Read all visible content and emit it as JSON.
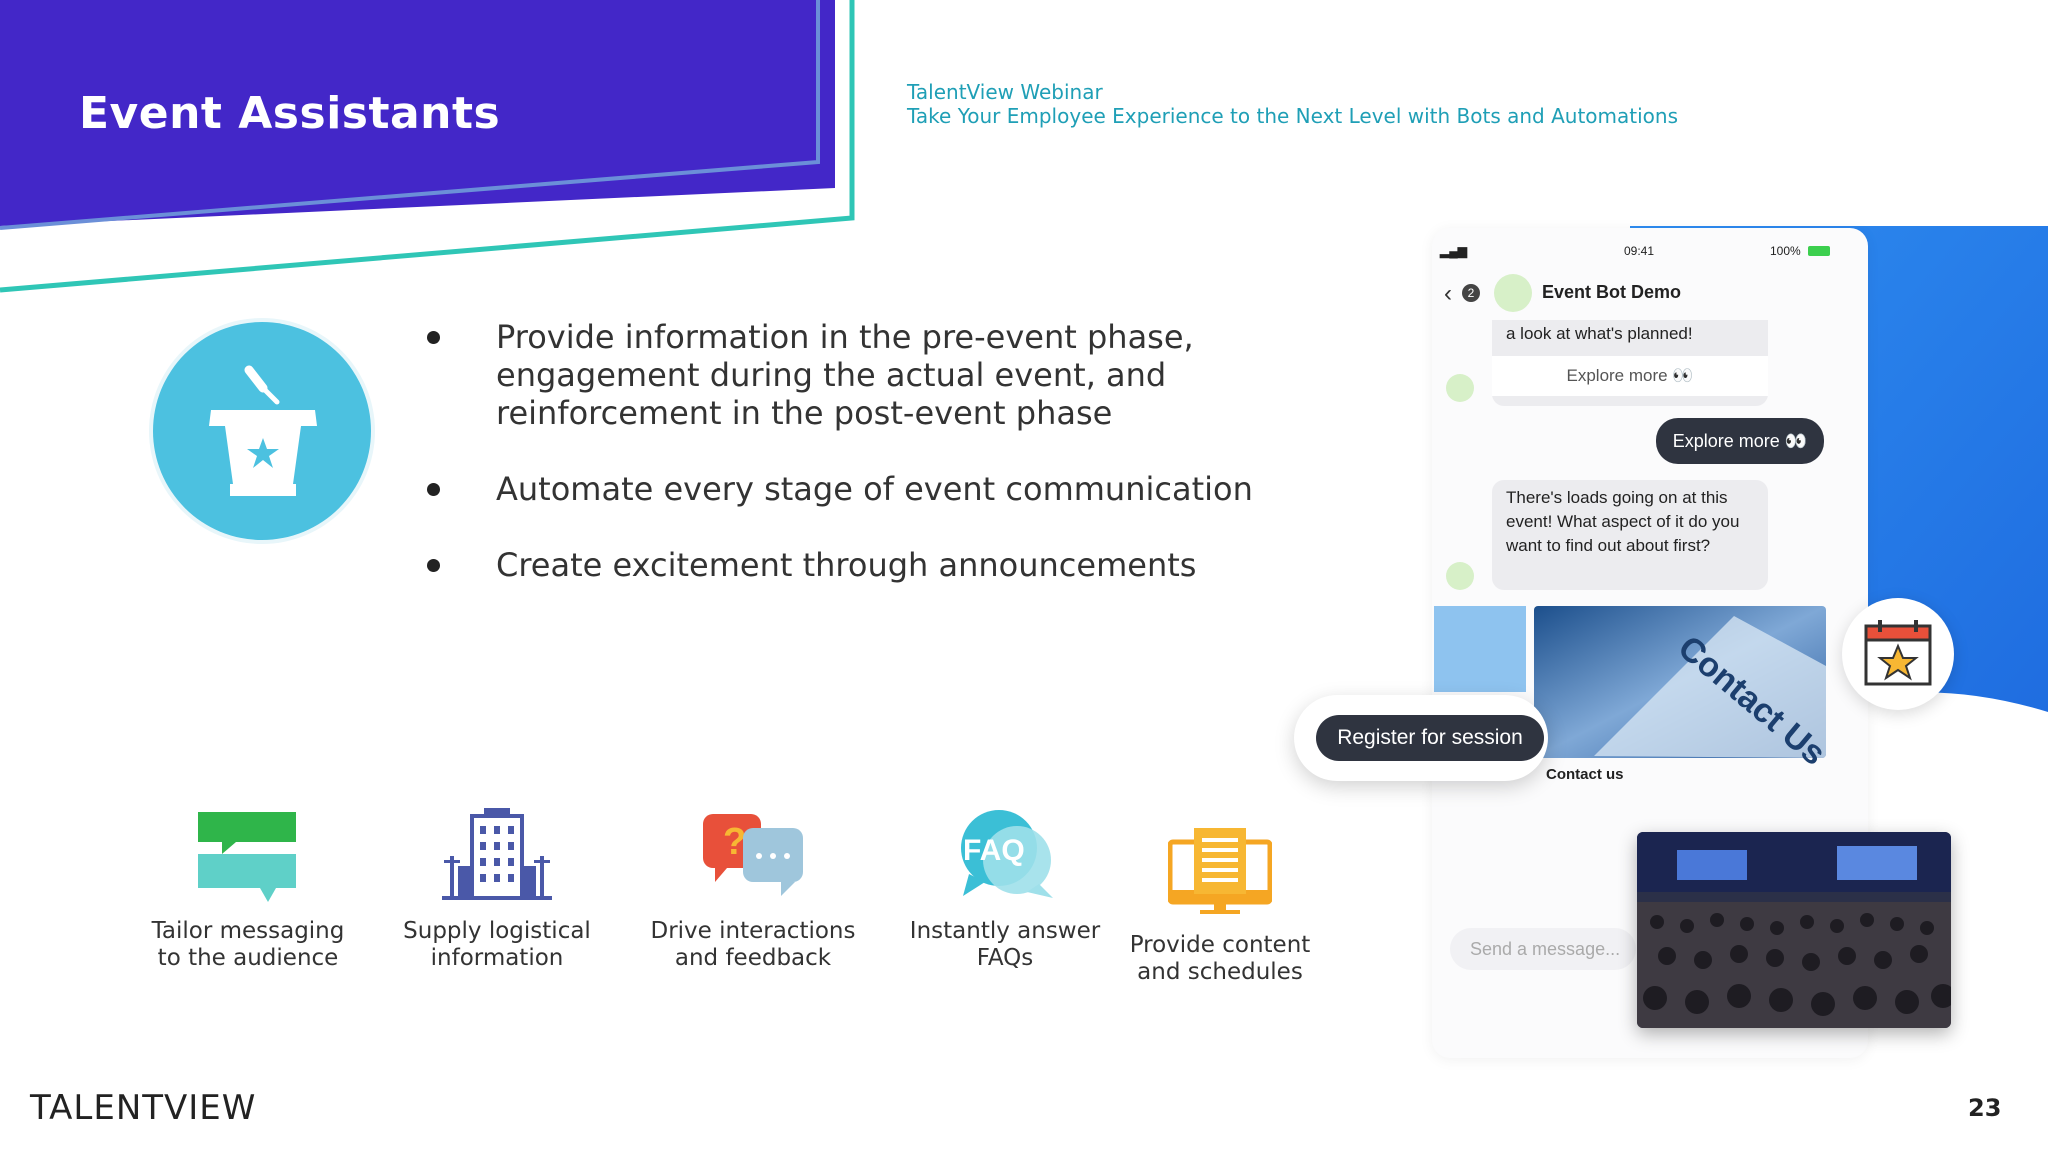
{
  "slide": {
    "title": "Event Assistants",
    "page_number": "23"
  },
  "header": {
    "webinar_line1": "TalentView Webinar",
    "webinar_line2": "Take Your Employee Experience to the Next Level with Bots and Automations"
  },
  "bullets": [
    {
      "text": "Provide information in the pre-event phase, engagement during the actual event, and reinforcement in the post-event phase"
    },
    {
      "text": "Automate every stage of event communication"
    },
    {
      "text": "Create excitement through announcements"
    }
  ],
  "features": [
    {
      "label": "Tailor messaging to the audience",
      "icon": "chat-bubbles-icon"
    },
    {
      "label": "Supply logistical information",
      "icon": "building-icon"
    },
    {
      "label": "Drive interactions and feedback",
      "icon": "question-speech-icon"
    },
    {
      "label": "Instantly answer FAQs",
      "icon": "faq-icon"
    },
    {
      "label": "Provide content and schedules",
      "icon": "monitor-document-icon"
    }
  ],
  "phone": {
    "time": "09:41",
    "battery": "100%",
    "back_count": "2",
    "bot_name": "Event Bot Demo",
    "msg_partial": "a look at what's planned!",
    "explore_link": "Explore more 👀",
    "explore_reply": "Explore more 👀",
    "msg_question": "There's loads going on at this event! What aspect of it do you want to find out about first?",
    "card_text": "Contact Us",
    "card_caption": "Contact us",
    "register_label": "Register for session",
    "send_placeholder": "Send a message..."
  },
  "footer": {
    "logo": "TALENTVIEW"
  },
  "colors": {
    "banner_purple": "#4327c8",
    "banner_teal": "#2fc6b6",
    "accent_blue": "#1f9fb6",
    "podium_circle": "#4cc1e0"
  }
}
